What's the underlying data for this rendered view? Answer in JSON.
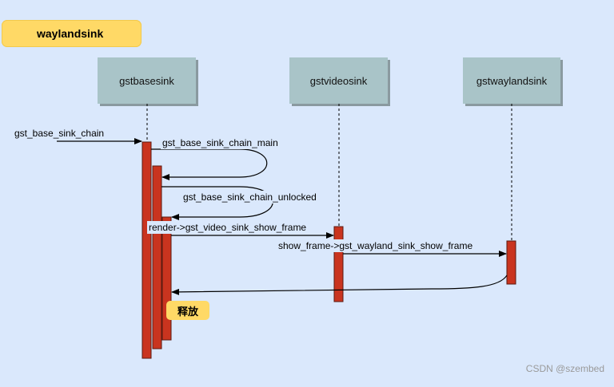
{
  "title": "waylandsink",
  "participants": [
    "gstbasesink",
    "gstvideosink",
    "gstwaylandsink"
  ],
  "messages": [
    "gst_base_sink_chain",
    "gst_base_sink_chain_main",
    "gst_base_sink_chain_unlocked",
    "render->gst_video_sink_show_frame",
    "show_frame->gst_wayland_sink_show_frame"
  ],
  "release_label": "释放",
  "watermark": "CSDN @szembed",
  "colors": {
    "background": "#dae8fc",
    "participant": "#a9c4c8",
    "activation": "#c9341f",
    "highlight": "#ffd966"
  }
}
